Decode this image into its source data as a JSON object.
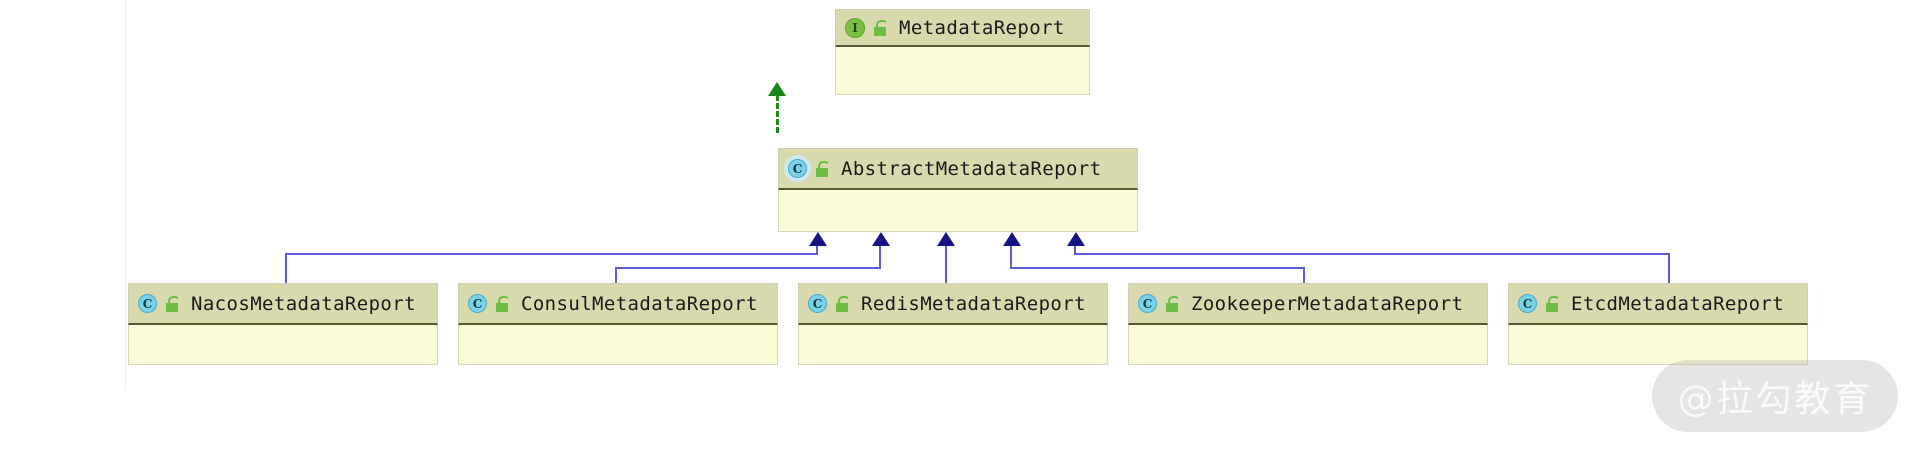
{
  "diagram": {
    "type": "uml-class-diagram",
    "background": "#ffffff",
    "header_fill": "#d9d9ae",
    "body_fill": "#fbfbd8",
    "inheritance_color": "#5b5bd6",
    "arrowhead_color": "#141486",
    "realization_color": "#188718",
    "interface_icon_color": "#7ac143",
    "class_icon_color": "#79d2e8"
  },
  "nodes": {
    "interface": {
      "name": "MetadataReport",
      "kind_icon": "interface-icon",
      "kind_letter": "I",
      "visibility_icon": "unlocked-padlock-icon",
      "visibility": "public"
    },
    "abstract": {
      "name": "AbstractMetadataReport",
      "kind_icon": "abstract-class-icon",
      "kind_letter": "C",
      "visibility_icon": "unlocked-padlock-icon",
      "visibility": "public"
    },
    "subclasses": [
      {
        "name": "NacosMetadataReport",
        "kind_icon": "class-icon",
        "kind_letter": "C",
        "visibility_icon": "unlocked-padlock-icon"
      },
      {
        "name": "ConsulMetadataReport",
        "kind_icon": "class-icon",
        "kind_letter": "C",
        "visibility_icon": "unlocked-padlock-icon"
      },
      {
        "name": "RedisMetadataReport",
        "kind_icon": "class-icon",
        "kind_letter": "C",
        "visibility_icon": "unlocked-padlock-icon"
      },
      {
        "name": "ZookeeperMetadataReport",
        "kind_icon": "class-icon",
        "kind_letter": "C",
        "visibility_icon": "unlocked-padlock-icon"
      },
      {
        "name": "EtcdMetadataReport",
        "kind_icon": "class-icon",
        "kind_letter": "C",
        "visibility_icon": "unlocked-padlock-icon"
      }
    ]
  },
  "relations": [
    {
      "from": "AbstractMetadataReport",
      "to": "MetadataReport",
      "kind": "realization",
      "style": "dashed-green-hollow-up-arrow"
    },
    {
      "from": "NacosMetadataReport",
      "to": "AbstractMetadataReport",
      "kind": "generalization"
    },
    {
      "from": "ConsulMetadataReport",
      "to": "AbstractMetadataReport",
      "kind": "generalization"
    },
    {
      "from": "RedisMetadataReport",
      "to": "AbstractMetadataReport",
      "kind": "generalization"
    },
    {
      "from": "ZookeeperMetadataReport",
      "to": "AbstractMetadataReport",
      "kind": "generalization"
    },
    {
      "from": "EtcdMetadataReport",
      "to": "AbstractMetadataReport",
      "kind": "generalization"
    }
  ],
  "watermark": {
    "text": "@拉勾教育"
  }
}
